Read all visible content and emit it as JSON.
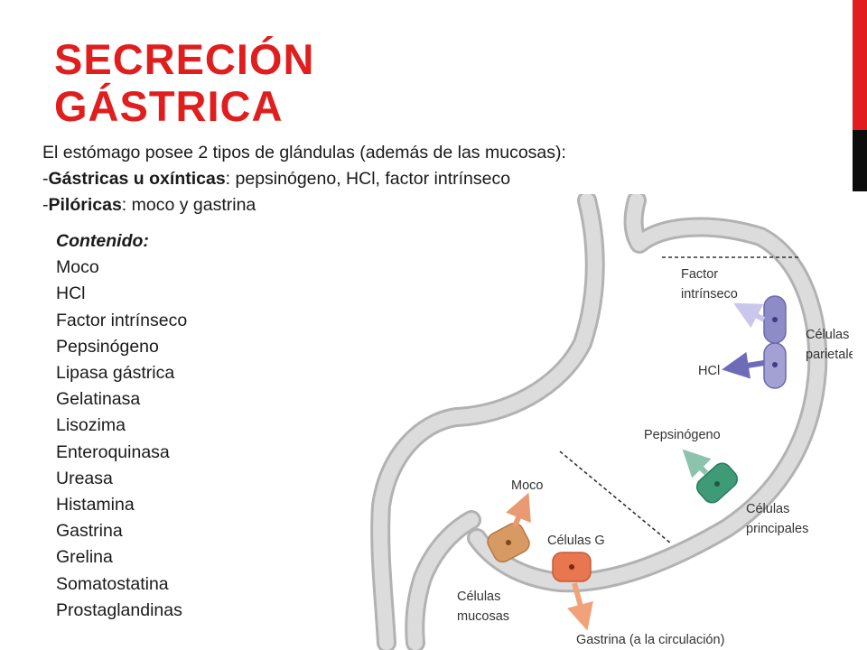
{
  "slide": {
    "title_line1": "SECRECIÓN",
    "title_line2": "GÁSTRICA",
    "intro": {
      "line1": "El estómago posee 2 tipos de glándulas (además de las mucosas):",
      "line2_prefix": "-",
      "line2_bold": "Gástricas u oxínticas",
      "line2_rest": ": pepsinógeno, HCl, factor intrínseco",
      "line3_prefix": "-",
      "line3_bold": "Pilóricas",
      "line3_rest": ": moco y gastrina"
    },
    "content": {
      "heading": "Contenido:",
      "items": [
        "Moco",
        "HCl",
        "Factor intrínseco",
        "Pepsinógeno",
        "Lipasa gástrica",
        "Gelatinasa",
        "Lisozima",
        "Enteroquinasa",
        "Ureasa",
        "Histamina",
        "Gastrina",
        "Grelina",
        "Somatostatina",
        "Prostaglandinas"
      ]
    }
  },
  "diagram": {
    "factor_line1": "Factor",
    "factor_line2": "intrínseco",
    "parietal_line1": "Células",
    "parietal_line2": "parietales",
    "hcl": "HCl",
    "pepsinogen": "Pepsinógeno",
    "chief_line1": "Células",
    "chief_line2": "principales",
    "mucus": "Moco",
    "g_cells": "Células G",
    "mucous_line1": "Células",
    "mucous_line2": "mucosas",
    "gastrin": "Gastrina (a la circulación)"
  },
  "colors": {
    "title": "#e01e1e",
    "accent_red": "#e01e1e",
    "accent_black": "#0d0d0d",
    "stomach_wall": "#d3d3d3",
    "parietal_cell": "#8e8cc8",
    "chief_cell": "#3f9a78",
    "mucous_cell": "#d69a62",
    "g_cell": "#e8774f"
  }
}
